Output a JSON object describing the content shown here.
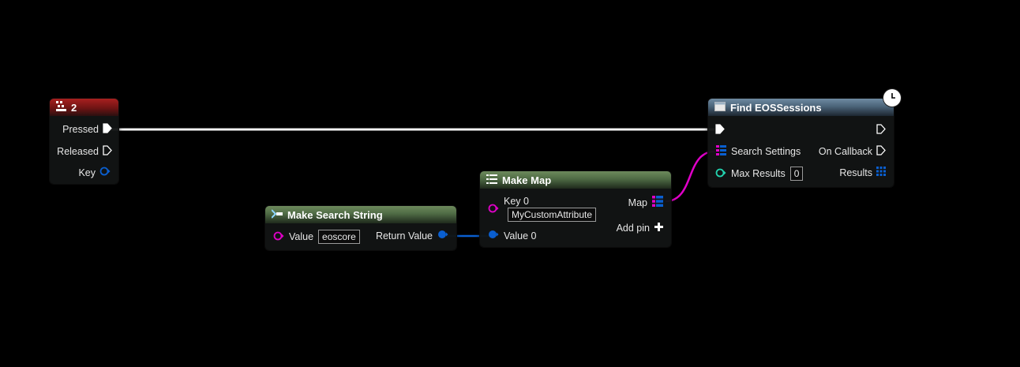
{
  "key_event": {
    "title": "2",
    "pins": {
      "pressed": "Pressed",
      "released": "Released",
      "key": "Key"
    }
  },
  "find_sessions": {
    "title": "Find EOSSessions",
    "pins": {
      "search_settings": "Search Settings",
      "max_results": "Max Results",
      "max_results_value": "0",
      "on_callback": "On Callback",
      "results": "Results"
    }
  },
  "make_map": {
    "title": "Make Map",
    "pins": {
      "key0": "Key 0",
      "key0_value": "MyCustomAttribute",
      "value0": "Value 0",
      "map": "Map",
      "add_pin": "Add pin"
    }
  },
  "make_search_string": {
    "title": "Make Search String",
    "pins": {
      "value": "Value",
      "value_text": "eoscore",
      "return_value": "Return Value"
    }
  },
  "colors": {
    "exec": "#ffffff",
    "string_pin": "#e000c8",
    "struct_pin": "#0a5fd0",
    "int_pin": "#22d4b0",
    "map_pin": "#e000c8"
  }
}
